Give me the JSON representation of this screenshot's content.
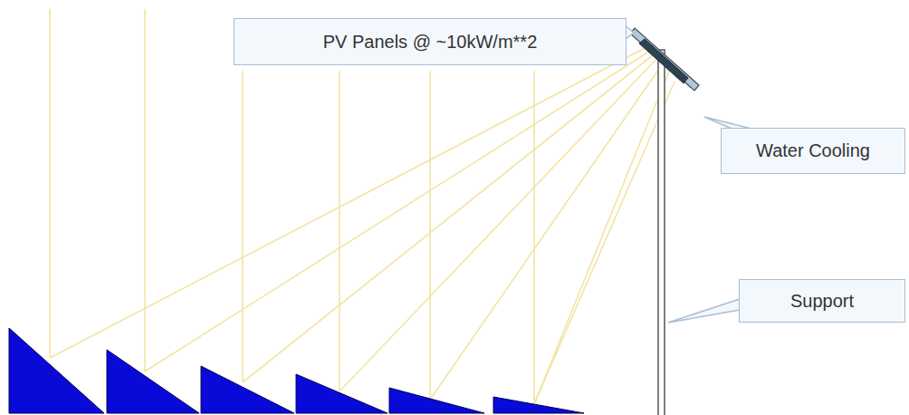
{
  "diagram": {
    "nodes": [
      {
        "text": [
          "PV Panels @ ~10kW/m**2"
        ]
      },
      {
        "text": [
          "Water Cooling"
        ]
      },
      {
        "text": [
          "Support"
        ]
      }
    ]
  }
}
